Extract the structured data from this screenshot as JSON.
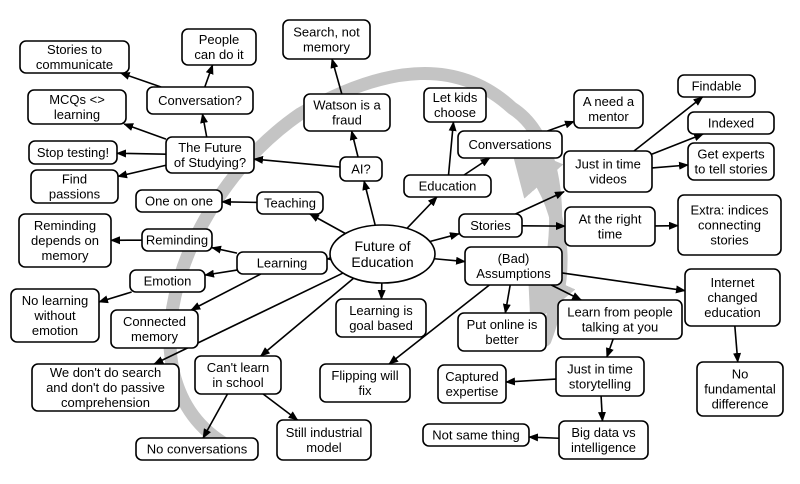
{
  "colors": {
    "cycle_arrow": "#c4c4c4",
    "ink": "#000000",
    "node_fill": "#ffffff"
  },
  "nodes": [
    {
      "id": "future",
      "label": "Future of Education",
      "lines": [
        "Future of",
        "Education"
      ]
    },
    {
      "id": "stories_comm",
      "label": "Stories to communicate",
      "lines": [
        "Stories to",
        "communicate"
      ]
    },
    {
      "id": "people_can",
      "label": "People can do it",
      "lines": [
        "People",
        "can do it"
      ]
    },
    {
      "id": "search_not",
      "label": "Search, not memory",
      "lines": [
        "Search, not",
        "memory"
      ]
    },
    {
      "id": "conversation_q",
      "label": "Conversation?",
      "lines": [
        "Conversation?"
      ]
    },
    {
      "id": "watson",
      "label": "Watson is a fraud",
      "lines": [
        "Watson is a",
        "fraud"
      ]
    },
    {
      "id": "mcqs",
      "label": "MCQs <> learning",
      "lines": [
        "MCQs <>",
        "learning"
      ]
    },
    {
      "id": "future_studying",
      "label": "The Future of Studying?",
      "lines": [
        "The Future",
        "of Studying?"
      ]
    },
    {
      "id": "stop_testing",
      "label": "Stop testing!",
      "lines": [
        "Stop testing!"
      ]
    },
    {
      "id": "ai",
      "label": "AI?",
      "lines": [
        "AI?"
      ]
    },
    {
      "id": "find_passions",
      "label": "Find passions",
      "lines": [
        "Find",
        "passions"
      ]
    },
    {
      "id": "let_kids",
      "label": "Let kids choose",
      "lines": [
        "Let kids",
        "choose"
      ]
    },
    {
      "id": "need_mentor",
      "label": "A need a mentor",
      "lines": [
        "A need a",
        "mentor"
      ]
    },
    {
      "id": "findable",
      "label": "Findable",
      "lines": [
        "Findable"
      ]
    },
    {
      "id": "indexed",
      "label": "Indexed",
      "lines": [
        "Indexed"
      ]
    },
    {
      "id": "conversations",
      "label": "Conversations",
      "lines": [
        "Conversations"
      ]
    },
    {
      "id": "experts",
      "label": "Get experts to tell stories",
      "lines": [
        "Get experts",
        "to tell stories"
      ]
    },
    {
      "id": "jit_videos",
      "label": "Just in time videos",
      "lines": [
        "Just in time",
        "videos"
      ]
    },
    {
      "id": "education",
      "label": "Education",
      "lines": [
        "Education"
      ]
    },
    {
      "id": "one_on_one",
      "label": "One on one",
      "lines": [
        "One on one"
      ]
    },
    {
      "id": "teaching",
      "label": "Teaching",
      "lines": [
        "Teaching"
      ]
    },
    {
      "id": "stories",
      "label": "Stories",
      "lines": [
        "Stories"
      ]
    },
    {
      "id": "right_time",
      "label": "At the right time",
      "lines": [
        "At the right",
        "time"
      ]
    },
    {
      "id": "extra_indices",
      "label": "Extra: indices connecting stories",
      "lines": [
        "Extra: indices",
        "connecting",
        "stories"
      ]
    },
    {
      "id": "reminding_depends",
      "label": "Reminding depends on memory",
      "lines": [
        "Reminding",
        "depends on",
        "memory"
      ]
    },
    {
      "id": "reminding",
      "label": "Reminding",
      "lines": [
        "Reminding"
      ]
    },
    {
      "id": "learning",
      "label": "Learning",
      "lines": [
        "Learning"
      ]
    },
    {
      "id": "bad_assumptions",
      "label": "(Bad) Assumptions",
      "lines": [
        "(Bad)",
        "Assumptions"
      ]
    },
    {
      "id": "internet",
      "label": "Internet changed education",
      "lines": [
        "Internet",
        "changed",
        "education"
      ]
    },
    {
      "id": "emotion",
      "label": "Emotion",
      "lines": [
        "Emotion"
      ]
    },
    {
      "id": "no_learning",
      "label": "No learning without emotion",
      "lines": [
        "No learning",
        "without",
        "emotion"
      ]
    },
    {
      "id": "connected_memory",
      "label": "Connected memory",
      "lines": [
        "Connected",
        "memory"
      ]
    },
    {
      "id": "goal_based",
      "label": "Learning is goal based",
      "lines": [
        "Learning is",
        "goal based"
      ]
    },
    {
      "id": "put_online",
      "label": "Put online is better",
      "lines": [
        "Put online is",
        "better"
      ]
    },
    {
      "id": "learn_people",
      "label": "Learn from people talking at you",
      "lines": [
        "Learn from people",
        "talking at you"
      ]
    },
    {
      "id": "no_search",
      "label": "We don't do search and don't do passive comprehension",
      "lines": [
        "We don't do search",
        "and don't do passive",
        "comprehension"
      ]
    },
    {
      "id": "cant_learn",
      "label": "Can't learn in school",
      "lines": [
        "Can't learn",
        "in school"
      ]
    },
    {
      "id": "flipping",
      "label": "Flipping will fix",
      "lines": [
        "Flipping will",
        "fix"
      ]
    },
    {
      "id": "captured",
      "label": "Captured expertise",
      "lines": [
        "Captured",
        "expertise"
      ]
    },
    {
      "id": "jit_storytelling",
      "label": "Just in time storytelling",
      "lines": [
        "Just in time",
        "storytelling"
      ]
    },
    {
      "id": "no_fundamental",
      "label": "No fundamental difference",
      "lines": [
        "No",
        "fundamental",
        "difference"
      ]
    },
    {
      "id": "no_conversations",
      "label": "No conversations",
      "lines": [
        "No conversations"
      ]
    },
    {
      "id": "still_industrial",
      "label": "Still industrial model",
      "lines": [
        "Still industrial",
        "model"
      ]
    },
    {
      "id": "not_same",
      "label": "Not same thing",
      "lines": [
        "Not same thing"
      ]
    },
    {
      "id": "big_data",
      "label": "Big data vs intelligence",
      "lines": [
        "Big data vs",
        "intelligence"
      ]
    }
  ],
  "edges": [
    [
      "future",
      "ai"
    ],
    [
      "future",
      "teaching"
    ],
    [
      "future",
      "learning"
    ],
    [
      "future",
      "education"
    ],
    [
      "future",
      "stories"
    ],
    [
      "future",
      "bad_assumptions"
    ],
    [
      "future",
      "goal_based"
    ],
    [
      "future",
      "cant_learn"
    ],
    [
      "future",
      "no_search"
    ],
    [
      "ai",
      "watson"
    ],
    [
      "ai",
      "future_studying"
    ],
    [
      "watson",
      "search_not"
    ],
    [
      "future_studying",
      "conversation_q"
    ],
    [
      "future_studying",
      "mcqs"
    ],
    [
      "future_studying",
      "stop_testing"
    ],
    [
      "future_studying",
      "find_passions"
    ],
    [
      "conversation_q",
      "stories_comm"
    ],
    [
      "conversation_q",
      "people_can"
    ],
    [
      "education",
      "let_kids"
    ],
    [
      "education",
      "conversations"
    ],
    [
      "conversations",
      "need_mentor"
    ],
    [
      "stories",
      "jit_videos"
    ],
    [
      "stories",
      "right_time"
    ],
    [
      "right_time",
      "extra_indices"
    ],
    [
      "jit_videos",
      "findable"
    ],
    [
      "jit_videos",
      "indexed"
    ],
    [
      "jit_videos",
      "experts"
    ],
    [
      "teaching",
      "one_on_one"
    ],
    [
      "learning",
      "reminding"
    ],
    [
      "reminding",
      "reminding_depends"
    ],
    [
      "learning",
      "emotion"
    ],
    [
      "emotion",
      "no_learning"
    ],
    [
      "learning",
      "connected_memory"
    ],
    [
      "bad_assumptions",
      "internet"
    ],
    [
      "internet",
      "no_fundamental"
    ],
    [
      "bad_assumptions",
      "put_online"
    ],
    [
      "bad_assumptions",
      "learn_people"
    ],
    [
      "bad_assumptions",
      "flipping"
    ],
    [
      "learn_people",
      "jit_storytelling"
    ],
    [
      "jit_storytelling",
      "captured"
    ],
    [
      "jit_storytelling",
      "big_data"
    ],
    [
      "big_data",
      "not_same"
    ],
    [
      "cant_learn",
      "no_conversations"
    ],
    [
      "cant_learn",
      "still_industrial"
    ]
  ]
}
